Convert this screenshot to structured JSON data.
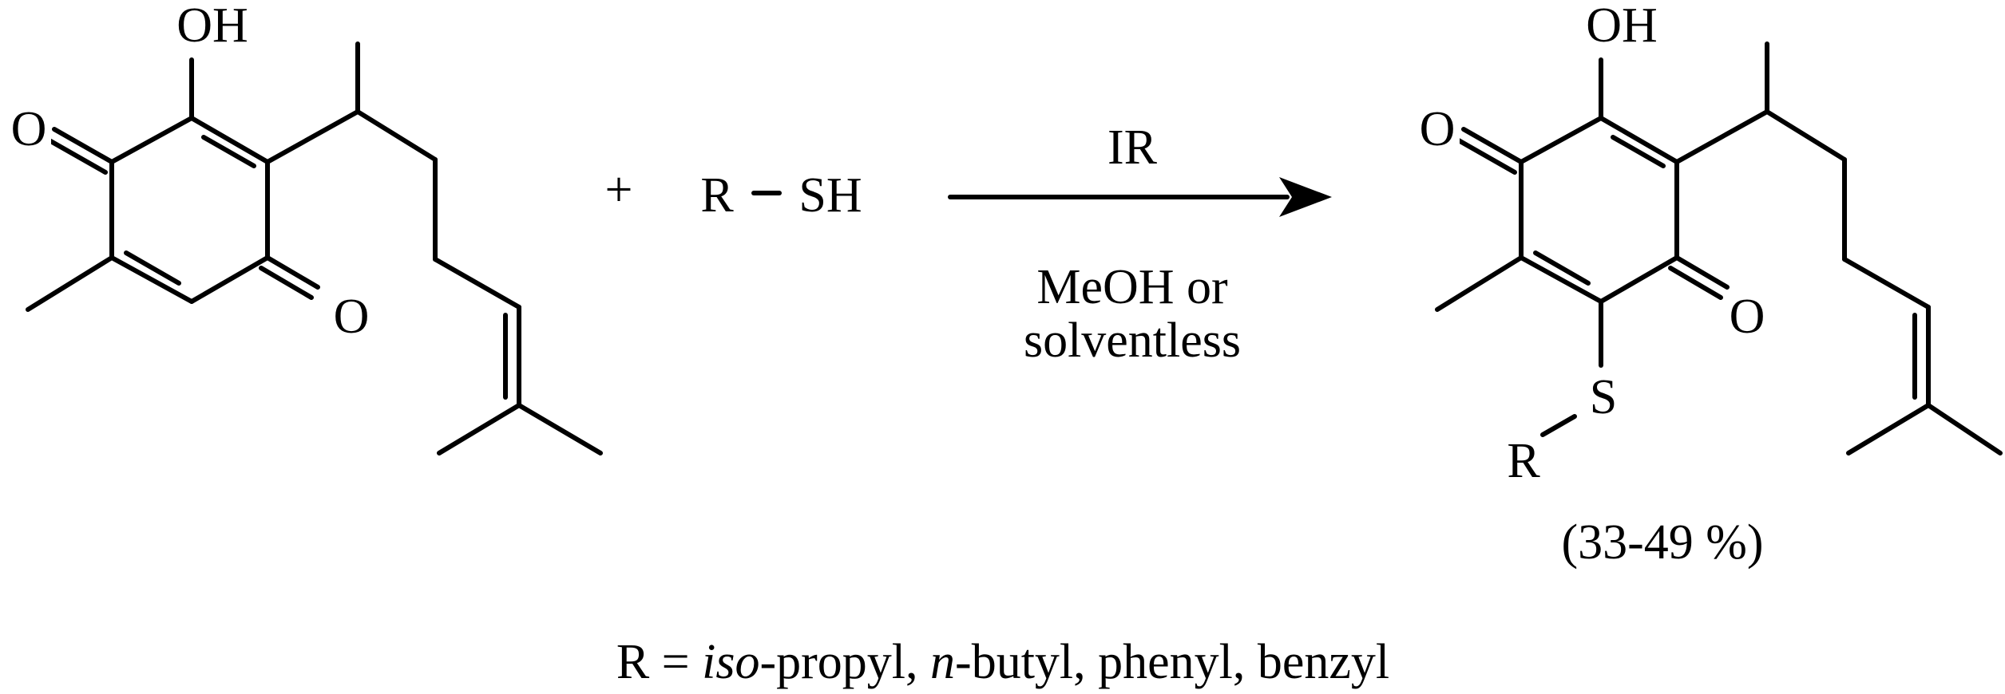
{
  "reactant": {
    "atoms": {
      "oh": "OH",
      "o_left": "O",
      "o_bottom": "O"
    }
  },
  "plus_sign": "+",
  "thiol": {
    "r": "R",
    "sh": "SH"
  },
  "arrow": {
    "above": "IR",
    "below_line1": "MeOH or",
    "below_line2": "solventless"
  },
  "product": {
    "atoms": {
      "oh": "OH",
      "o_left": "O",
      "o_bottom": "O",
      "s": "S",
      "r": "R"
    },
    "yield": "(33-49 %)"
  },
  "footnote": {
    "lead": "R = ",
    "iso": "iso",
    "part1": "-propyl, ",
    "n": "n",
    "part2": "-butyl, phenyl, benzyl"
  },
  "colors": {
    "ink": "#000000",
    "background": "#ffffff"
  }
}
